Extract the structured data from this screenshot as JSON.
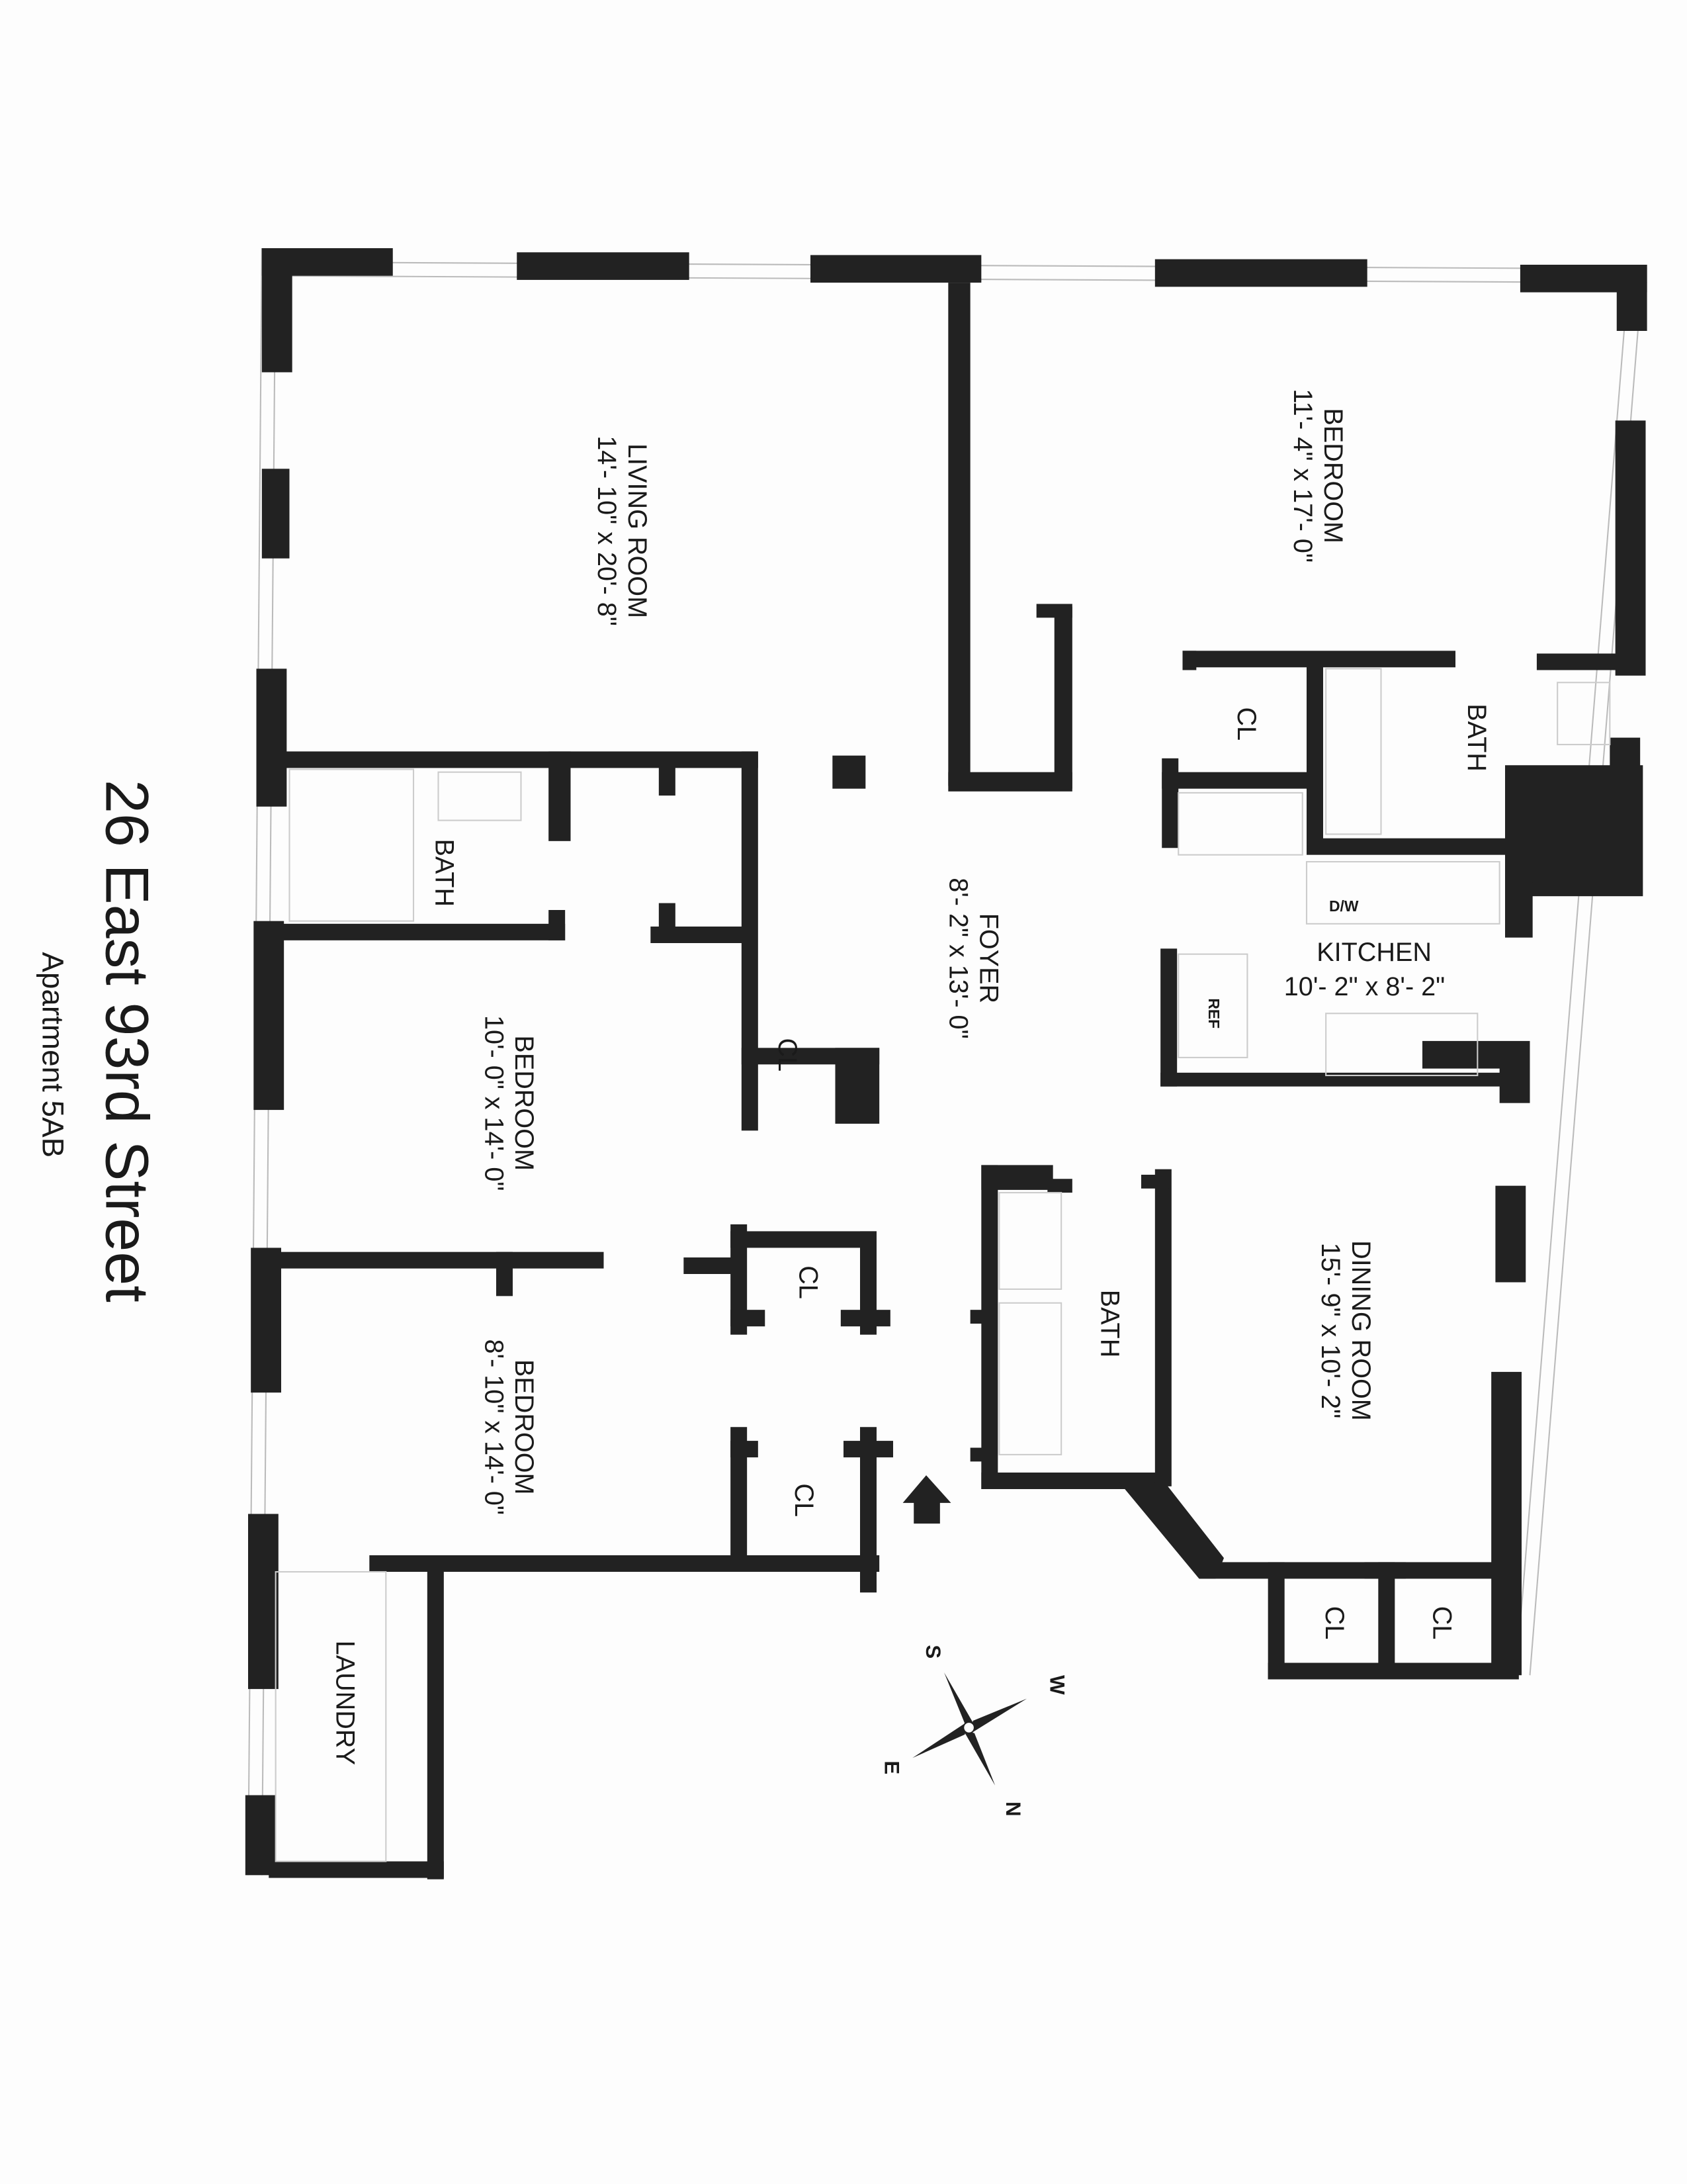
{
  "title": "26 East 93rd Street",
  "subtitle": "Apartment 5AB",
  "rooms": {
    "living_room": {
      "name": "LIVING ROOM",
      "dims": "14'- 10\" x 20'- 8\""
    },
    "master_bedroom": {
      "name": "BEDROOM",
      "dims": "11'- 4\" x 17'- 0\""
    },
    "bath_upper": {
      "name": "BATH"
    },
    "cl_upper": {
      "name": "CL"
    },
    "foyer": {
      "name": "FOYER",
      "dims": "8'- 2\" x 13'- 0\""
    },
    "bath_left": {
      "name": "BATH"
    },
    "bedroom_2": {
      "name": "BEDROOM",
      "dims": "10'- 0\" x 14'- 0\""
    },
    "cl_bedroom2": {
      "name": "CL"
    },
    "kitchen": {
      "name": "KITCHEN",
      "dims": "10'- 2\" x 8'- 2\"",
      "dw": "D/W",
      "ref": "REF"
    },
    "dining_room": {
      "name": "DINING ROOM",
      "dims": "15'- 9\" x 10'- 2\""
    },
    "bath_center": {
      "name": "BATH"
    },
    "cl_hall_1": {
      "name": "CL"
    },
    "cl_hall_2": {
      "name": "CL"
    },
    "bedroom_3": {
      "name": "BEDROOM",
      "dims": "8'- 10\" x 14'- 0\""
    },
    "laundry": {
      "name": "LAUNDRY"
    },
    "cl_dining_1": {
      "name": "CL"
    },
    "cl_dining_2": {
      "name": "CL"
    }
  },
  "compass": {
    "n": "N",
    "s": "S",
    "e": "E",
    "w": "W"
  }
}
